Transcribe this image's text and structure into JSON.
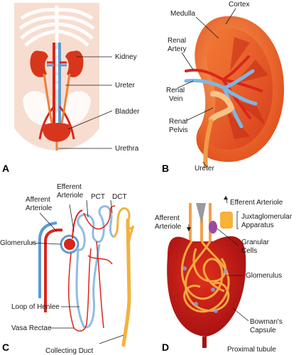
{
  "panels": {
    "a": {
      "letter": "A",
      "labels": {
        "kidney": "Kidney",
        "ureter": "Ureter",
        "bladder": "Bladder",
        "urethra": "Urethra"
      }
    },
    "b": {
      "letter": "B",
      "labels": {
        "cortex": "Cortex",
        "medulla": "Medulla",
        "renal_artery": [
          "Renal",
          "Artery"
        ],
        "renal_vein": [
          "Renal",
          "Vein"
        ],
        "renal_pelvis": [
          "Renal",
          "Pelvis"
        ],
        "ureter": "Ureter"
      }
    },
    "c": {
      "letter": "C",
      "labels": {
        "efferent_arteriole": [
          "Efferent",
          "Arteriole"
        ],
        "afferent_arteriole": [
          "Afferent",
          "Arteriole"
        ],
        "pct": "PCT",
        "dct": "DCT",
        "glomerulus": "Glomerulus",
        "loop_of_henlee": "Loop of Henlee",
        "vasa_rectae": "Vasa Rectae",
        "collecting_duct": "Collecting Duct"
      }
    },
    "d": {
      "letter": "D",
      "labels": {
        "efferent_arteriole": "Efferent Arteriole",
        "afferent_arteriole": [
          "Afferent",
          "Arteriole"
        ],
        "juxtaglomerular_apparatus": [
          "Juxtaglomerular",
          "Apparatus"
        ],
        "granular_cells": [
          "Granular",
          "Cells"
        ],
        "glomerulus": "Glomerulus",
        "bowmans_capsule": [
          "Bowman's",
          "Capsule"
        ],
        "proximal_tubule": "Proximal tubule"
      }
    }
  },
  "colors": {
    "artery": "#d8261c",
    "vein": "#5b9bd5",
    "kidney": "#e8531d",
    "kidney_light": "#f58a3a",
    "tubule": "#f3b13c",
    "skin": "#f7ddd0",
    "capsule": "#c8141b"
  }
}
